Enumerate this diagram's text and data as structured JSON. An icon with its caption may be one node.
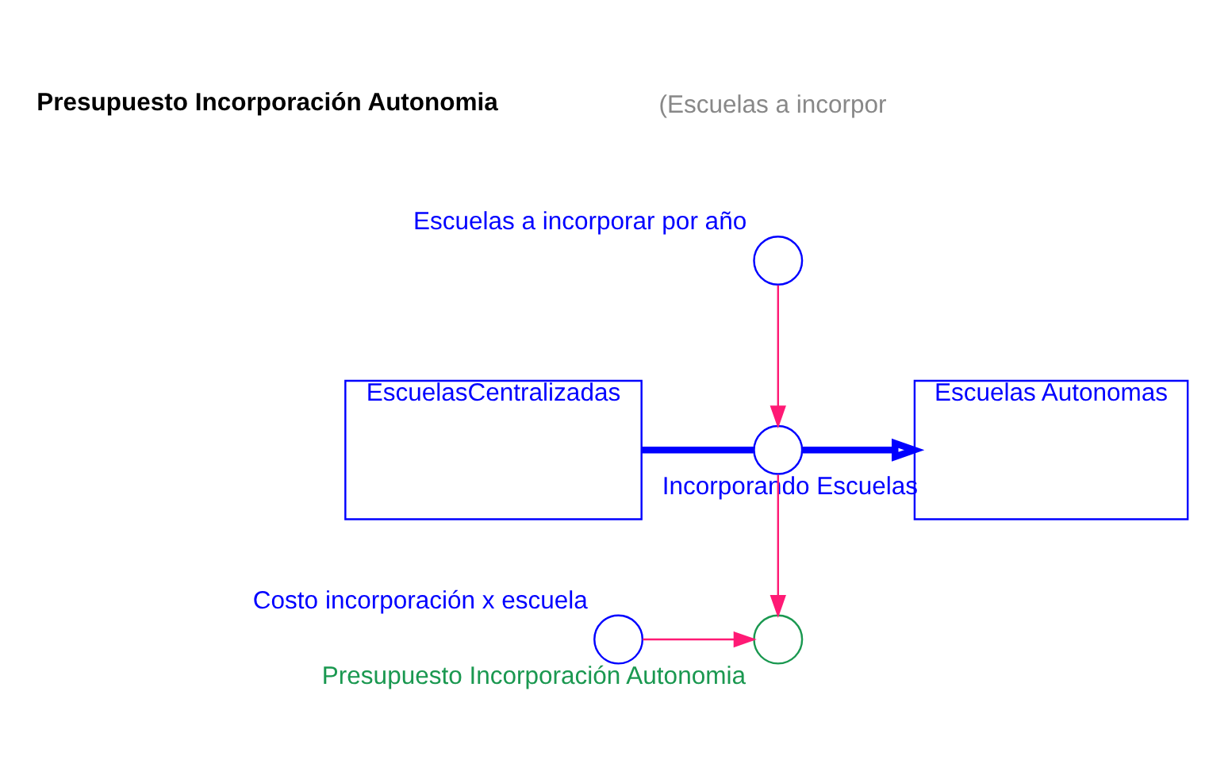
{
  "diagram": {
    "nodes": [
      {
        "text": [
          "EscuelasCentralizadas"
        ]
      },
      {
        "text": [
          "Escuelas a incorporar por año"
        ]
      },
      {
        "text": [
          "Incorporando Escuelas"
        ]
      },
      {
        "text": [
          "Escuelas Autonomas"
        ]
      },
      {
        "text": [
          "Costo incorporación x escuela"
        ]
      },
      {
        "text": [
          "Presupuesto Incorporación Autonomia"
        ]
      }
    ],
    "edges": [
      {
        "from": 0,
        "to": 2,
        "arrow": "none",
        "style": "thick",
        "color": "#0000ff"
      },
      {
        "from": 2,
        "to": 3,
        "arrow": "to",
        "style": "thick",
        "color": "#0000ff"
      },
      {
        "from": 1,
        "to": 2,
        "arrow": "to"
      },
      {
        "from": 2,
        "to": 5,
        "arrow": "to"
      },
      {
        "from": 4,
        "to": 5,
        "arrow": "to"
      }
    ],
    "labels": [
      "Presupuesto Incorporación Autonomia",
      "(Escuelas a incorpor"
    ]
  }
}
